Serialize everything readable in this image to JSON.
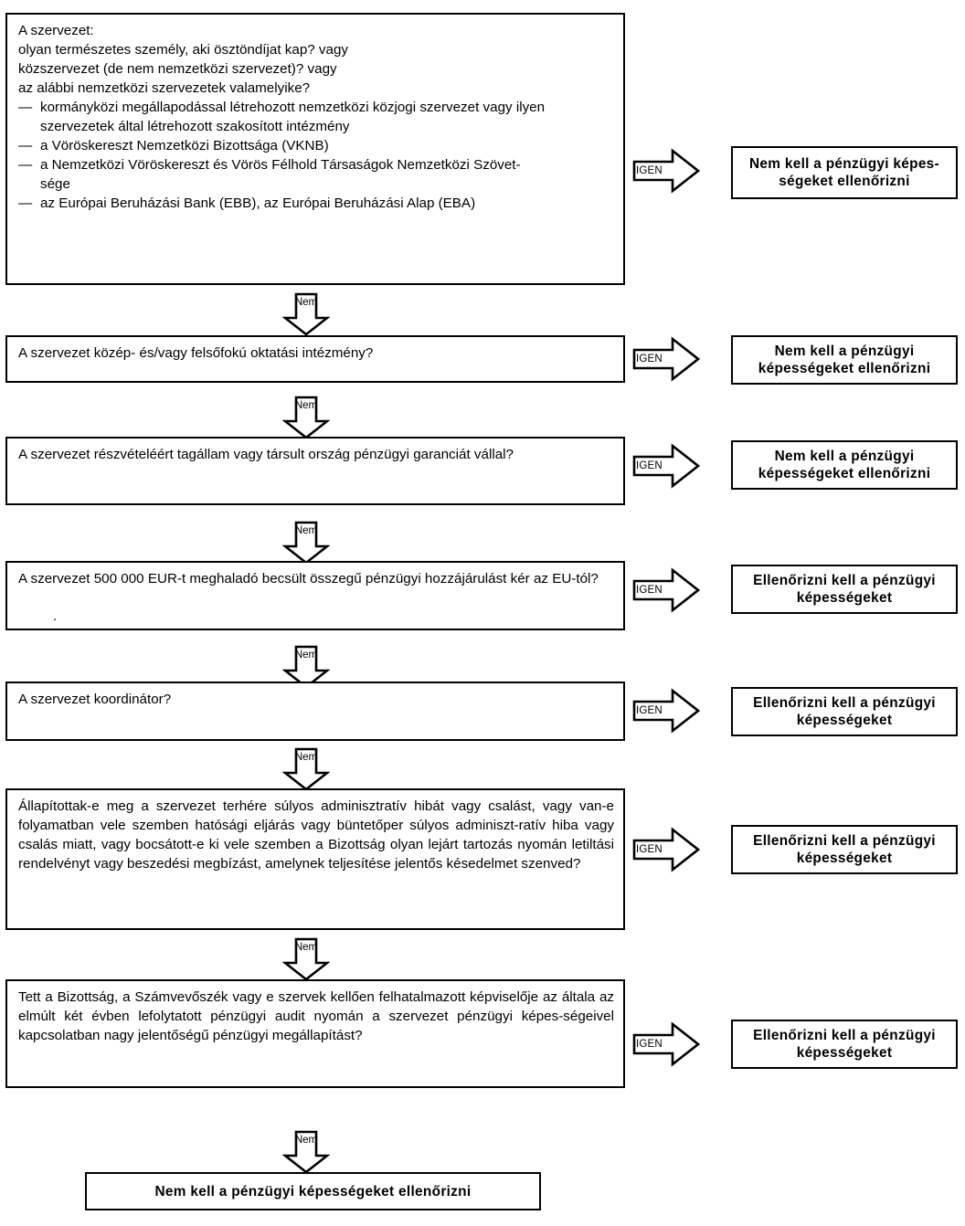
{
  "labels": {
    "yes": "IGEN",
    "no": "Nem"
  },
  "nodes": {
    "q1": {
      "intro": [
        "A szervezet:",
        "olyan természetes személy, aki ösztöndíjat kap? vagy",
        "közszervezet (de nem nemzetközi szervezet)? vagy",
        "az alábbi nemzetközi szervezetek valamelyike?"
      ],
      "items": [
        {
          "line1": "kormányközi megállapodással létrehozott nemzetközi közjogi szervezet vagy ilyen",
          "line2": "szervezetek által létrehozott szakosított intézmény"
        },
        {
          "line1": "a Vöröskereszt Nemzetközi Bizottsága (VKNB)",
          "line2": ""
        },
        {
          "line1": "a Nemzetközi Vöröskereszt és Vörös Félhold Társaságok Nemzetközi Szövet-",
          "line2": "sége"
        },
        {
          "line1": "az Európai Beruházási Bank (EBB), az Európai Beruházási Alap (EBA)",
          "line2": ""
        }
      ]
    },
    "q2": {
      "text": "A szervezet közép- és/vagy felsőfokú oktatási intézmény?"
    },
    "q3": {
      "text": "A szervezet részvételéért tagállam vagy társult ország pénzügyi garanciát vállal?"
    },
    "q4": {
      "text": "A szervezet 500 000 EUR-t meghaladó becsült összegű pénzügyi hozzájárulást kér az EU-tól?",
      "stray": "."
    },
    "q5": {
      "text": "A szervezet koordinátor?"
    },
    "q6": {
      "text": "Állapítottak-e meg a szervezet terhére súlyos adminisztratív hibát vagy csalást, vagy van-e folyamatban vele szemben hatósági eljárás vagy büntetőper súlyos adminiszt-ratív hiba vagy csalás miatt, vagy bocsátott-e ki vele szemben a Bizottság olyan lejárt tartozás nyomán letiltási rendelvényt vagy beszedési megbízást, amelynek teljesítése jelentős késedelmet szenved?"
    },
    "q7": {
      "text": "Tett a Bizottság, a Számvevőszék vagy e szervek kellően felhatalmazott képviselője az általa az elmúlt két évben lefolytatott pénzügyi audit nyomán a szervezet pénzügyi képes-ségeivel kapcsolatban nagy jelentőségű pénzügyi megállapítást?"
    }
  },
  "results": {
    "r1": "Nem kell a pénzügyi képes-\nségeket ellenőrizni",
    "r2": "Nem kell a pénzügyi\nképességeket ellenőrizni",
    "r3": "Nem kell a pénzügyi\nképességeket ellenőrizni",
    "r4": "Ellenőrizni kell a pénzügyi\nképességeket",
    "r5": "Ellenőrizni kell a pénzügyi\nképességeket",
    "r6": "Ellenőrizni kell a pénzügyi\nképességeket",
    "r7": "Ellenőrizni kell a pénzügyi\nképességeket",
    "final": "Nem kell a pénzügyi képességeket ellenőrizni"
  },
  "colors": {
    "line": "#000000",
    "background": "#ffffff"
  }
}
